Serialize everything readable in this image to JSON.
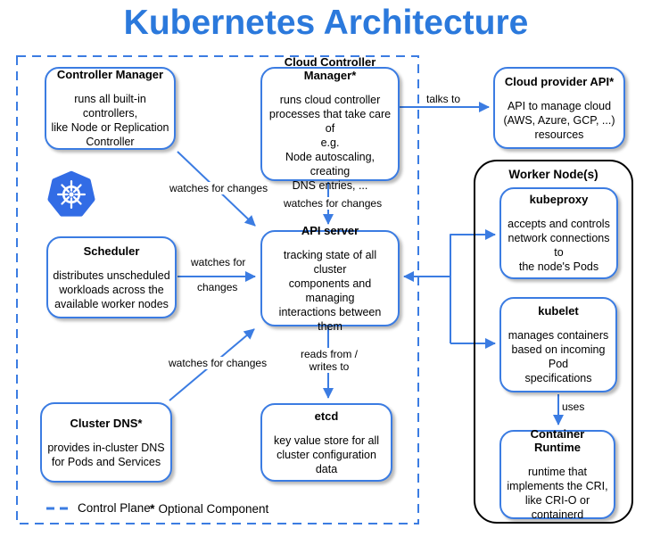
{
  "title": "Kubernetes Architecture",
  "colors": {
    "accent_blue": "#3b7ce2",
    "title_blue": "#2b79dc",
    "logo_blue": "#326ce5",
    "worker_border": "#000000"
  },
  "nodes": {
    "controller_manager": {
      "title": "Controller Manager",
      "body": "runs all built-in controllers,\nlike Node or Replication\nController"
    },
    "cloud_controller_manager": {
      "title": "Cloud Controller Manager*",
      "body": "runs cloud controller\nprocesses that take care of\ne.g.\nNode autoscaling, creating\nDNS entries, ..."
    },
    "cloud_provider_api": {
      "title": "Cloud provider API*",
      "body": "API to manage cloud\n(AWS, Azure, GCP, ...)\nresources"
    },
    "scheduler": {
      "title": "Scheduler",
      "body": "distributes unscheduled\nworkloads across the\navailable worker nodes"
    },
    "api_server": {
      "title": "API server",
      "body": "tracking state of all cluster\ncomponents and managing\ninteractions between them"
    },
    "cluster_dns": {
      "title": "Cluster DNS*",
      "body": "provides in-cluster DNS\nfor Pods and Services"
    },
    "etcd": {
      "title": "etcd",
      "body": "key value store for all\ncluster configuration data"
    },
    "kubeproxy": {
      "title": "kubeproxy",
      "body": "accepts and controls\nnetwork connections to\nthe node's Pods"
    },
    "kubelet": {
      "title": "kubelet",
      "body": "manages containers\nbased on incoming Pod\nspecifications"
    },
    "container_runtime": {
      "title": "Container Runtime",
      "body": "runtime that\nimplements the CRI,\nlike CRI-O or\ncontainerd"
    }
  },
  "worker_node": {
    "title": "Worker Node(s)"
  },
  "edge_labels": {
    "cm_to_api": "watches for changes",
    "ccm_to_api": "watches for changes",
    "ccm_to_cloud": "talks to",
    "scheduler_line1": "watches for",
    "scheduler_line2": "changes",
    "dns_to_api": "watches for changes",
    "api_to_etcd": "reads from /\nwrites to",
    "kubelet_to_runtime": "uses"
  },
  "legend": {
    "control_plane": "Control Plane",
    "asterisk": "*",
    "optional": "Optional Component"
  }
}
